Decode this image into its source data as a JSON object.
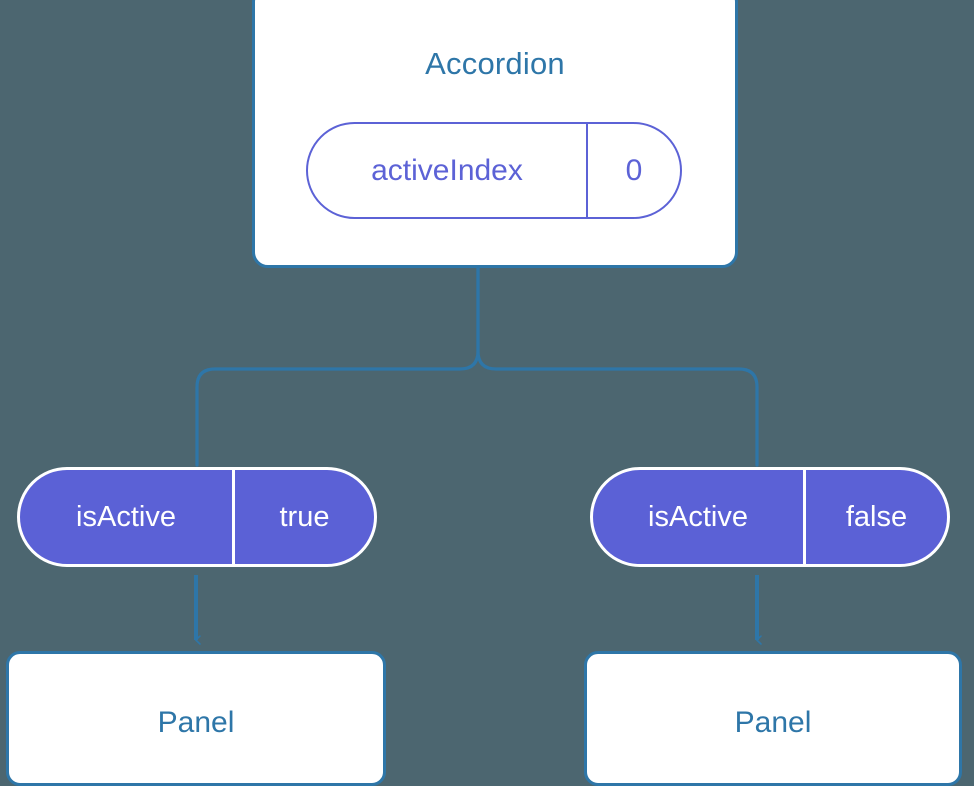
{
  "diagram": {
    "background_color": "#4c6670",
    "accent_blue": "#2e76a8",
    "accent_purple": "#5b61d6",
    "root": {
      "title": "Accordion",
      "state": {
        "key": "activeIndex",
        "value": "0"
      }
    },
    "branches": [
      {
        "prop": {
          "key": "isActive",
          "value": "true"
        },
        "child": {
          "title": "Panel"
        }
      },
      {
        "prop": {
          "key": "isActive",
          "value": "false"
        },
        "child": {
          "title": "Panel"
        }
      }
    ]
  }
}
